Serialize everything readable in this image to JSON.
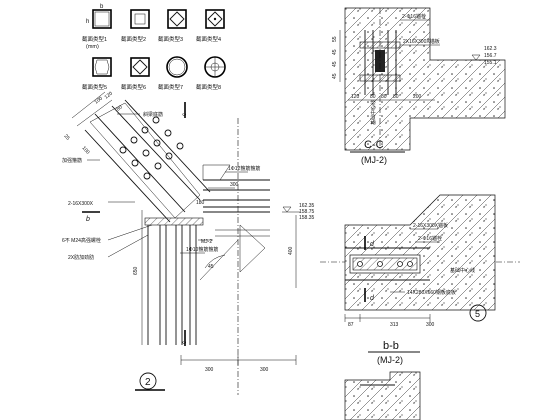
{
  "legend": {
    "sections": [
      {
        "label": "截面类型1",
        "kind": "box-square"
      },
      {
        "label": "截面类型2",
        "kind": "box-square-inner"
      },
      {
        "label": "截面类型3",
        "kind": "box-diamond"
      },
      {
        "label": "截面类型4",
        "kind": "box-diamond-dots"
      },
      {
        "label": "截面类型5",
        "kind": "box-octagon"
      },
      {
        "label": "截面类型6",
        "kind": "box-diamond-ring"
      },
      {
        "label": "截面类型7",
        "kind": "circle"
      },
      {
        "label": "截面类型8",
        "kind": "circle-rebar"
      }
    ],
    "dim_b": "b",
    "dim_h": "h",
    "unit": "(mm)"
  },
  "main": {
    "labels": {
      "diag_top": "斜梁底筋",
      "ring": "加强箍筋",
      "plate_a": "2-16X300X",
      "ref_b": "b",
      "bolts": "6不 M24高强螺栓",
      "stiffener": "2X肋加劲肋",
      "mj": "MJ-2",
      "rebar_top": "1Φ12箍筋箍筋",
      "rebar_bottom": "1Φ10箍筋箍筋",
      "ref_c_top": "c",
      "ref_c_bottom": "c"
    },
    "dims": {
      "d25": "25",
      "d80": "80",
      "d100a": "100",
      "d100b": "100",
      "d120": "120",
      "d300a": "300",
      "d300b": "300",
      "d300c": "300",
      "d180": "180",
      "d650": "650",
      "d400": "400",
      "d45": "45",
      "elev1": "162.35",
      "elev2": "158.75",
      "elev3": "158.35"
    },
    "circle_number": "2"
  },
  "section_cc": {
    "title": "C-C",
    "sub": "(MJ-2)",
    "labels": {
      "bolt": "2-Φ16锚栓",
      "plate": "2X16X300X锚板",
      "axis": "基础中心线"
    },
    "dims": [
      "120",
      "80",
      "80",
      "80",
      "200"
    ],
    "left_dims": [
      "55",
      "45",
      "45",
      "45"
    ],
    "elevs": [
      "162.3",
      "156.7",
      "155.1"
    ]
  },
  "section_bb": {
    "title": "b-b",
    "sub": "(MJ-2)",
    "labels": {
      "d_top": "d",
      "d_bottom": "d",
      "plate": "2-16X300X锚板",
      "bolt": "2-Φ16锚栓",
      "axis": "基础中心线",
      "bottom_plate": "14X280X660钢板底板"
    },
    "dims": [
      "87",
      "313",
      "300"
    ],
    "circle_number": "5"
  }
}
